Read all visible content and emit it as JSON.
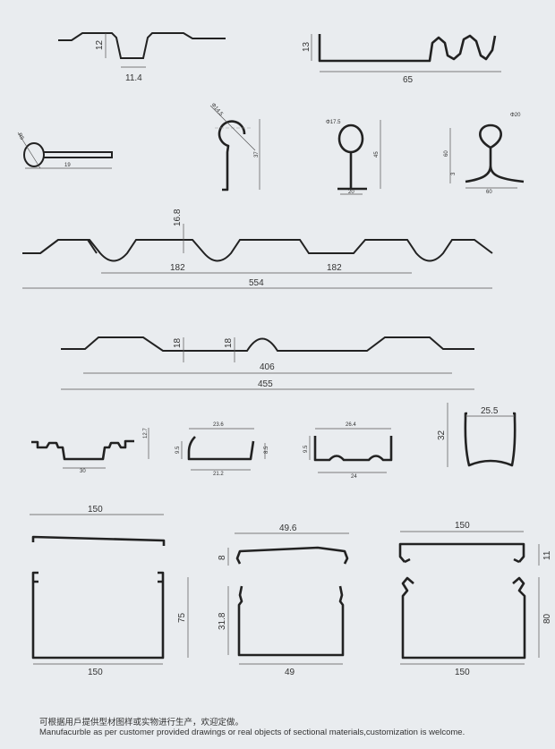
{
  "profiles": {
    "p1": {
      "height": "12",
      "width": "11.4"
    },
    "p2": {
      "height": "13",
      "width": "65"
    },
    "p3": {
      "radius": "R5",
      "length": "19"
    },
    "p4": {
      "diameter": "Φ14.5",
      "height": "37"
    },
    "p5": {
      "diameter": "Φ17.5",
      "height": "45",
      "base": "20"
    },
    "p6": {
      "diameter": "Φ20",
      "height": "60",
      "foot": "3",
      "base": "60"
    },
    "p7": {
      "rib": "16.8",
      "pitch1": "182",
      "pitch2": "182",
      "total": "554"
    },
    "p8": {
      "rib1": "18",
      "rib2": "18",
      "inner": "406",
      "total": "455"
    },
    "p9": {
      "height": "12.7",
      "base": "30"
    },
    "p10": {
      "top": "23.6",
      "left": "9.5",
      "right": "8.5",
      "bottom": "21.2"
    },
    "p11": {
      "top": "26.4",
      "left": "9.5",
      "bottom": "24"
    },
    "p12": {
      "width": "25.5",
      "height": "32"
    },
    "p13": {
      "lid": "150",
      "bottom": "150",
      "height": "75"
    },
    "p14": {
      "lid": "49.6",
      "lid_h": "8",
      "height": "31.8",
      "bottom": "49"
    },
    "p15": {
      "lid": "150",
      "lid_h": "11",
      "height": "80",
      "bottom": "150"
    }
  },
  "footer": {
    "chinese": "可根据用戶提供型材图样或实物进行生产，欢迎定做。",
    "english": "Manufacurble as per customer provided drawings or real objects of sectional materials,customization is welcome."
  }
}
